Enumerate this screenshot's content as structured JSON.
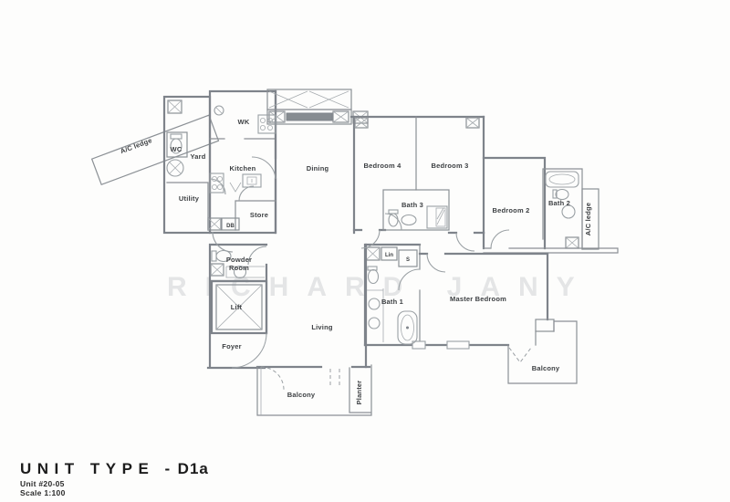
{
  "title_block": {
    "title_spaced": "UNIT TYPE -",
    "title_unit": "D1a",
    "unit_no": "Unit #20-05",
    "scale": "Scale 1:100"
  },
  "watermark": {
    "text": "RICHARD JANY"
  },
  "colors": {
    "wall": "#7e838a",
    "wall_light": "#9aa0a4",
    "label_text": "#3d4043",
    "title_text": "#1c1c1c",
    "watermark_text": "#e4e5e6",
    "background": "#fdfdfc"
  },
  "rooms": {
    "ac_ledge_left": "A/C ledge",
    "wc": "WC",
    "yard": "Yard",
    "utility": "Utility",
    "wk": "WK",
    "kitchen": "Kitchen",
    "store": "Store",
    "db": "DB",
    "dining": "Dining",
    "bedroom4": "Bedroom 4",
    "bedroom3": "Bedroom 3",
    "bath3": "Bath 3",
    "bedroom2": "Bedroom 2",
    "bath2": "Bath 2",
    "ac_ledge_right": "A/C ledge",
    "powder_line1": "Powder",
    "powder_line2": "Room",
    "lift": "Lift",
    "foyer": "Foyer",
    "living": "Living",
    "lin": "Lin",
    "shaft": "S",
    "bath1": "Bath 1",
    "master": "Master Bedroom",
    "balcony_main": "Balcony",
    "planter": "Planter",
    "balcony_master": "Balcony"
  }
}
